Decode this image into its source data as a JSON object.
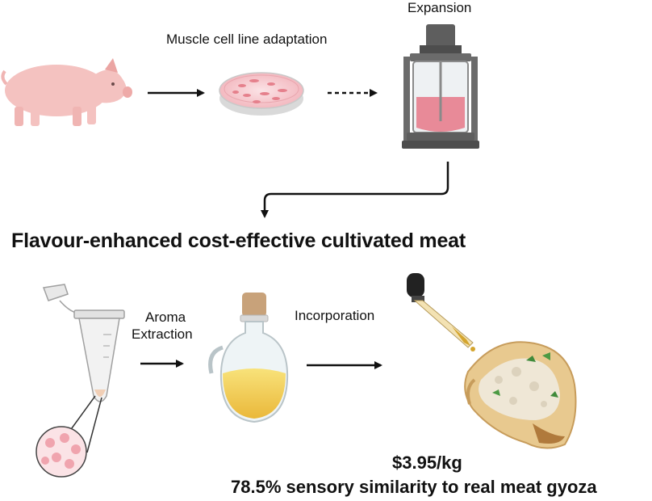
{
  "labels": {
    "expansion": "Expansion",
    "muscle_adaptation": "Muscle cell line adaptation",
    "aroma_line1": "Aroma",
    "aroma_line2": "Extraction",
    "incorporation": "Incorporation"
  },
  "title": "Flavour-enhanced cost-effective cultivated meat",
  "result": {
    "price": "$3.95/kg",
    "similarity": "78.5% sensory similarity to real meat gyoza"
  },
  "colors": {
    "pig": "#f4c2c0",
    "dish_cells": "#e5808c",
    "bioreactor_metal": "#6b6b6b",
    "bioreactor_liquid": "#e88a98",
    "oil": "#f2c94c",
    "cork": "#c8a27a",
    "gyoza_skin": "#e8c98f",
    "arrow": "#111111"
  }
}
